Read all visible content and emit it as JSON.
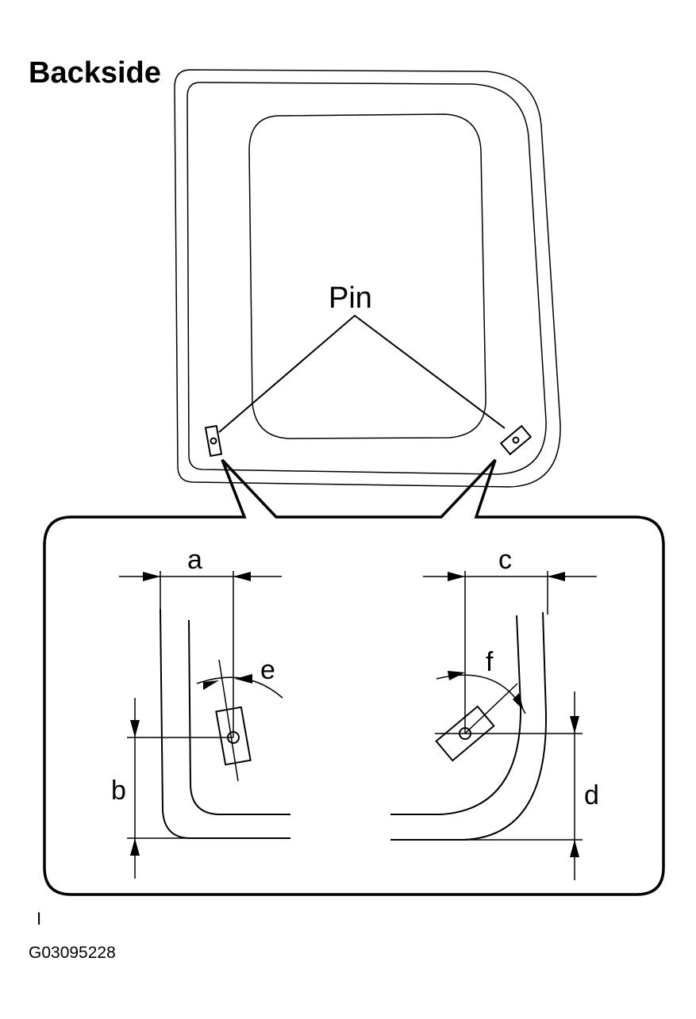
{
  "title": "Backside",
  "callout": "Pin",
  "dimensions": {
    "a": "a",
    "b": "b",
    "c": "c",
    "d": "d",
    "e": "e",
    "f": "f"
  },
  "corner_mark": "I",
  "figure_code": "G03095228"
}
